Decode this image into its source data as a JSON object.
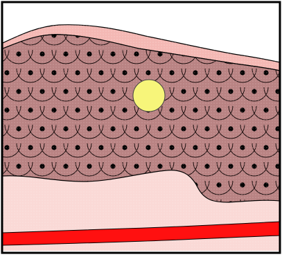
{
  "colors": {
    "background": "#ffffff",
    "frame": "#000000",
    "surface_layer": "#f4b8b4",
    "cell_fill": "#b98383",
    "cell_stroke": "#1a0d0d",
    "nucleus": "#000000",
    "highlight_cell": "#f7f57a",
    "connective_tissue": "#fad9d6",
    "blood_vessel": "#ff1010"
  },
  "icons": {
    "cells": "scalloped-cell-pattern",
    "nuclei": "dot-nucleus",
    "highlight": "yellow-circle"
  }
}
